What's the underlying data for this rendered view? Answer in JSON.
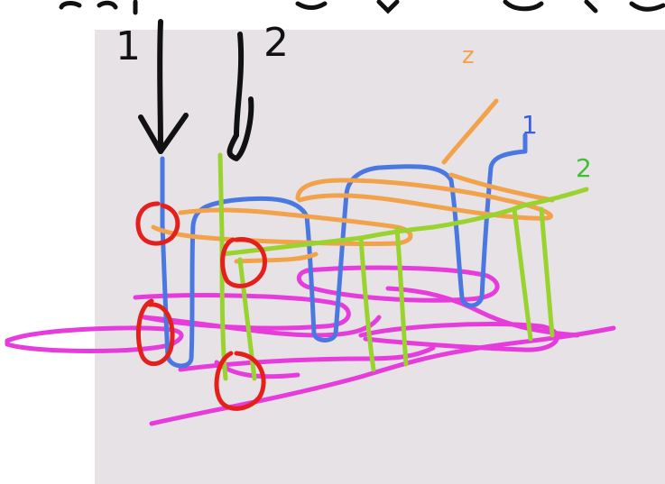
{
  "canvas": {
    "background": "#e6e2e6"
  },
  "labels": {
    "arrow_left": "1",
    "arrow_right": "2",
    "strand_z": "z",
    "strand_1": "1",
    "strand_2": "2"
  },
  "colors": {
    "ink": "#111111",
    "blue": "#4a78e0",
    "green": "#9ad22e",
    "orange": "#f2a24a",
    "magenta": "#e63cdc",
    "red": "#e3201b",
    "label_blue": "#3a5ee0",
    "label_green": "#40c030",
    "label_orange": "#f2a24a"
  }
}
